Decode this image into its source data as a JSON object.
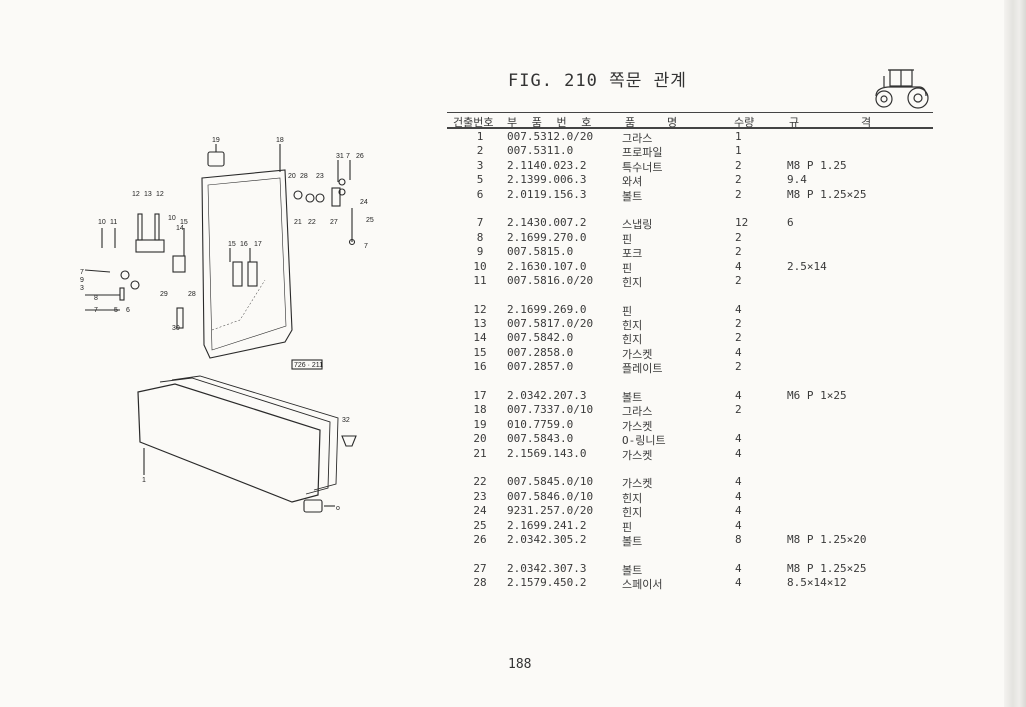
{
  "header": {
    "fig_title": "FIG. 210 쪽문 관계",
    "tractor_icon": "tractor-icon"
  },
  "table": {
    "headers": {
      "no": "건출번호",
      "part_no": "부 품 번 호",
      "name_a": "품",
      "name_b": "명",
      "qty": "수량",
      "spec_a": "규",
      "spec_b": "격"
    },
    "rows": [
      {
        "no": "1",
        "part": "007.5312.0/20",
        "name": "그라스",
        "qty": "1",
        "spec": ""
      },
      {
        "no": "2",
        "part": "007.5311.0",
        "name": "프로파일",
        "qty": "1",
        "spec": ""
      },
      {
        "no": "3",
        "part": "2.1140.023.2",
        "name": "특수너트",
        "qty": "2",
        "spec": "M8 P 1.25"
      },
      {
        "no": "5",
        "part": "2.1399.006.3",
        "name": "와셔",
        "qty": "2",
        "spec": "9.4"
      },
      {
        "no": "6",
        "part": "2.0119.156.3",
        "name": "볼트",
        "qty": "2",
        "spec": "M8 P 1.25×25"
      },
      {
        "no": "7",
        "part": "2.1430.007.2",
        "name": "스냅링",
        "qty": "12",
        "spec": "6"
      },
      {
        "no": "8",
        "part": "2.1699.270.0",
        "name": "핀",
        "qty": "2",
        "spec": ""
      },
      {
        "no": "9",
        "part": "007.5815.0",
        "name": "포크",
        "qty": "2",
        "spec": ""
      },
      {
        "no": "10",
        "part": "2.1630.107.0",
        "name": "핀",
        "qty": "4",
        "spec": "2.5×14"
      },
      {
        "no": "11",
        "part": "007.5816.0/20",
        "name": "힌지",
        "qty": "2",
        "spec": ""
      },
      {
        "no": "12",
        "part": "2.1699.269.0",
        "name": "핀",
        "qty": "4",
        "spec": ""
      },
      {
        "no": "13",
        "part": "007.5817.0/20",
        "name": "힌지",
        "qty": "2",
        "spec": ""
      },
      {
        "no": "14",
        "part": "007.5842.0",
        "name": "힌지",
        "qty": "2",
        "spec": ""
      },
      {
        "no": "15",
        "part": "007.2858.0",
        "name": "가스켓",
        "qty": "4",
        "spec": ""
      },
      {
        "no": "16",
        "part": "007.2857.0",
        "name": "플레이트",
        "qty": "2",
        "spec": ""
      },
      {
        "no": "17",
        "part": "2.0342.207.3",
        "name": "볼트",
        "qty": "4",
        "spec": "M6 P 1×25"
      },
      {
        "no": "18",
        "part": "007.7337.0/10",
        "name": "그라스",
        "qty": "2",
        "spec": ""
      },
      {
        "no": "19",
        "part": "010.7759.0",
        "name": "가스켓",
        "qty": "",
        "spec": ""
      },
      {
        "no": "20",
        "part": "007.5843.0",
        "name": "O-링니트",
        "qty": "4",
        "spec": ""
      },
      {
        "no": "21",
        "part": "2.1569.143.0",
        "name": "가스켓",
        "qty": "4",
        "spec": ""
      },
      {
        "no": "22",
        "part": "007.5845.0/10",
        "name": "가스켓",
        "qty": "4",
        "spec": ""
      },
      {
        "no": "23",
        "part": "007.5846.0/10",
        "name": "힌지",
        "qty": "4",
        "spec": ""
      },
      {
        "no": "24",
        "part": "9231.257.0/20",
        "name": "힌지",
        "qty": "4",
        "spec": ""
      },
      {
        "no": "25",
        "part": "2.1699.241.2",
        "name": "핀",
        "qty": "4",
        "spec": ""
      },
      {
        "no": "26",
        "part": "2.0342.305.2",
        "name": "볼트",
        "qty": "8",
        "spec": "M8 P 1.25×20"
      },
      {
        "no": "27",
        "part": "2.0342.307.3",
        "name": "볼트",
        "qty": "4",
        "spec": "M8 P 1.25×25"
      },
      {
        "no": "28",
        "part": "2.1579.450.2",
        "name": "스페이서",
        "qty": "4",
        "spec": "8.5×14×12"
      }
    ]
  },
  "diagram": {
    "ref_code": "726 · 211",
    "callouts": [
      "19",
      "18",
      "31",
      "7",
      "26",
      "20",
      "28",
      "23",
      "12",
      "13",
      "12",
      "10",
      "11",
      "10",
      "15",
      "14",
      "24",
      "21",
      "22",
      "27",
      "25",
      "7",
      "15",
      "16",
      "17",
      "7",
      "9",
      "3",
      "8",
      "7",
      "5",
      "6",
      "29",
      "28",
      "30",
      "32",
      "1",
      "o"
    ]
  },
  "footer": {
    "page_number": "188"
  }
}
